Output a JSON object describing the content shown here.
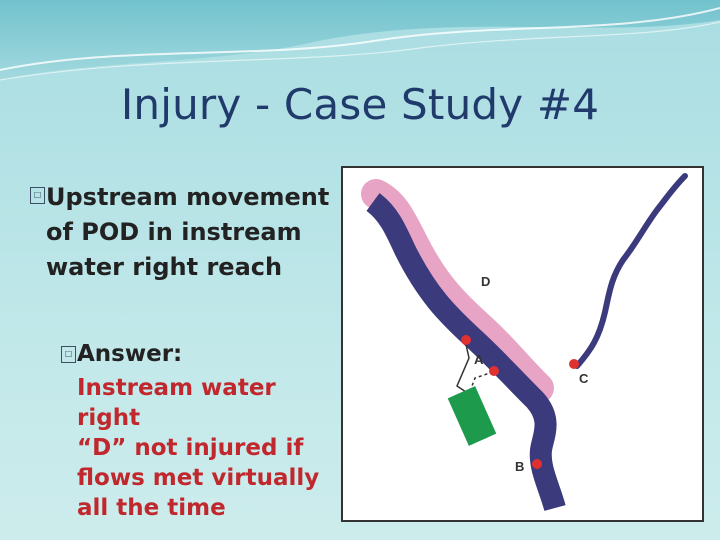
{
  "slide": {
    "title": "Injury - Case Study #4",
    "bullet1": {
      "glyph": "□",
      "lines": [
        "Upstream movement",
        "of POD in instream",
        "water right reach"
      ]
    },
    "bullet2": {
      "glyph": "□",
      "label": "Answer:",
      "answer_lines": [
        "Instream water right",
        "“D” not injured if",
        "flows met virtually",
        "all the time"
      ]
    }
  },
  "map": {
    "labels": {
      "a": "A",
      "b": "B",
      "c": "C",
      "d": "D"
    },
    "colors": {
      "river": "#3a3a7c",
      "reach_highlight": "#e7a4c4",
      "tributary": "#3a3a7c",
      "diversion_block": "#1e9a4c",
      "point": "#e03131",
      "answer_text": "#c0282d",
      "title_text": "#1f3a6b"
    }
  }
}
